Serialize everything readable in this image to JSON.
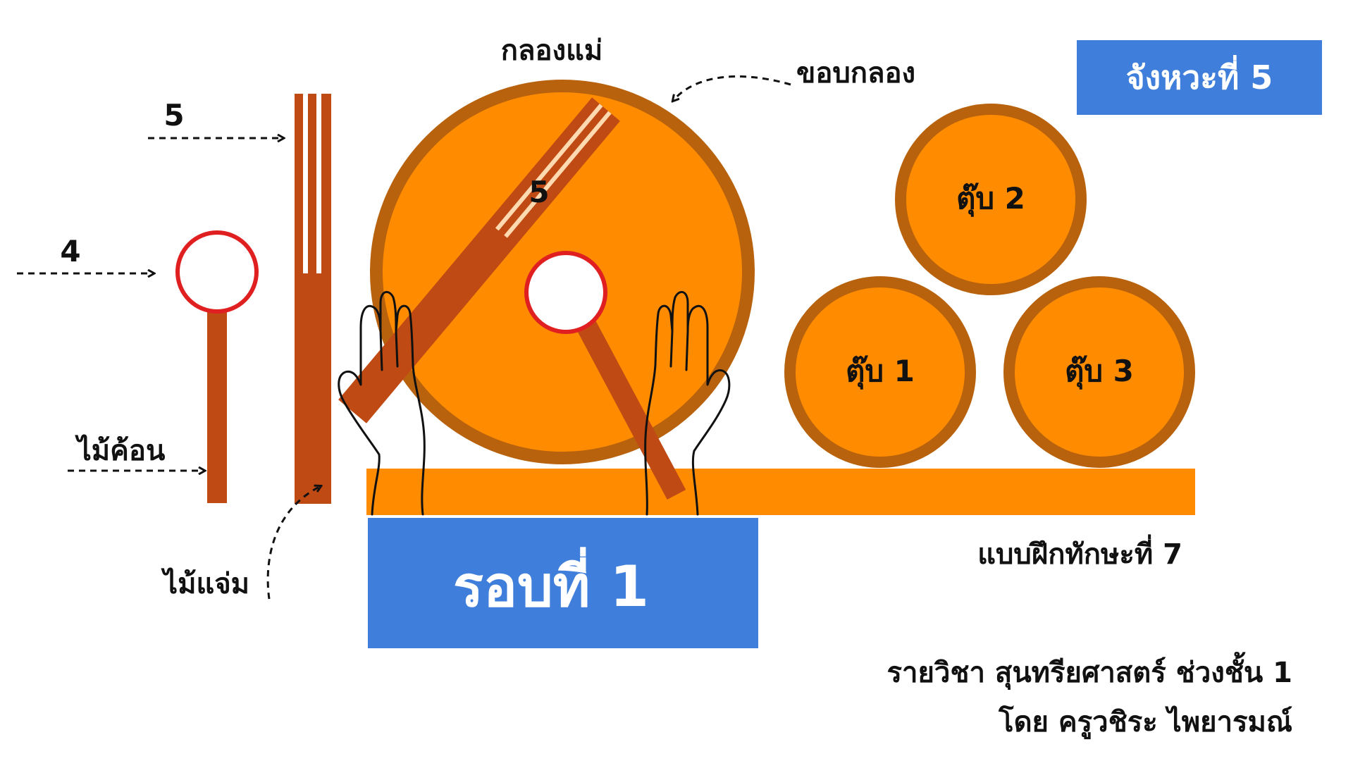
{
  "labels": {
    "mother_drum": "กลองแม่",
    "drum_rim": "ขอบกลอง",
    "beat": "จังหวะที่ 5",
    "tup2": "ตุ๊บ 2",
    "tup1": "ตุ๊บ 1",
    "tup3": "ตุ๊บ 3",
    "num5_left": "5",
    "num4_left": "4",
    "num5_drum": "5",
    "mallet": "ไม้ค้อน",
    "stick": "ไม้แจ่ม",
    "round": "รอบที่ 1",
    "exercise": "แบบฝึกทักษะที่ 7",
    "course": "รายวิชา สุนทรียศาสตร์ ช่วงชั้น 1",
    "teacher": "โดย ครูวชิระ ไพยารมณ์"
  },
  "colors": {
    "drum_fill": "#FF8C00",
    "drum_rim": "#B8620E",
    "stick": "#C04A14",
    "mallet_ring": "#E02020",
    "blue_box": "#3F7FDB",
    "base_bar": "#FF8C00",
    "text": "#111111"
  }
}
